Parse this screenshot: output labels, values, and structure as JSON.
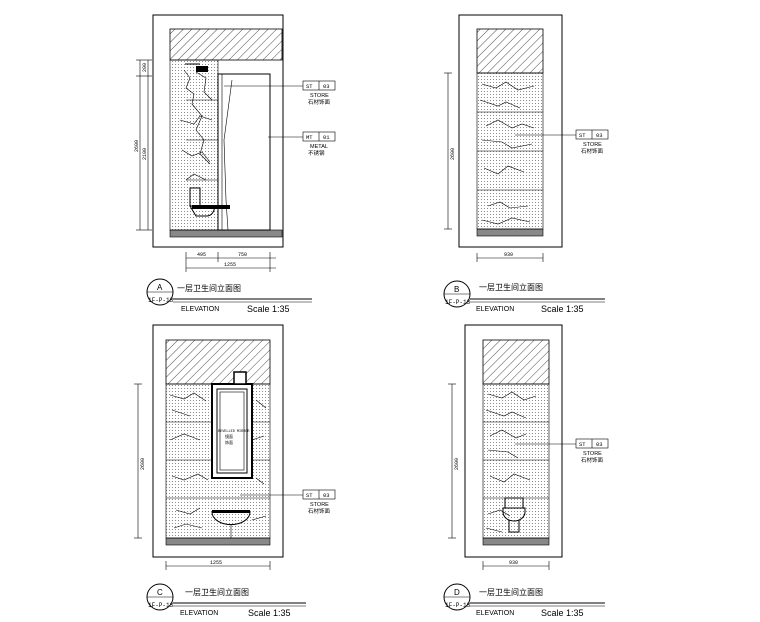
{
  "drawings": [
    {
      "id": "A",
      "letter": "A",
      "ref": "1F-P-13",
      "title_cn": "一层卫生间立面图",
      "title_en": "ELEVATION",
      "scale": "Scale 1:35",
      "dims_vertical": [
        "200",
        "2100",
        "2600"
      ],
      "dims_horizontal": [
        "495",
        "750",
        "1255"
      ],
      "tags": [
        {
          "code": "ST",
          "num": "03",
          "en": "STORE",
          "cn": "石材饰面"
        },
        {
          "code": "MT",
          "num": "01",
          "en": "METAL",
          "cn": "不锈钢"
        }
      ]
    },
    {
      "id": "B",
      "letter": "B",
      "ref": "1F-P-13",
      "title_cn": "一层卫生间立面图",
      "title_en": "ELEVATION",
      "scale": "Scale 1:35",
      "dims_vertical": [
        "2600"
      ],
      "dims_horizontal": [
        "930"
      ],
      "tags": [
        {
          "code": "ST",
          "num": "03",
          "en": "STORE",
          "cn": "石材饰面"
        }
      ]
    },
    {
      "id": "C",
      "letter": "C",
      "ref": "1F-P-13",
      "title_cn": "一层卫生间立面图",
      "title_en": "ELEVATION",
      "scale": "Scale 1:35",
      "dims_vertical": [
        "2600"
      ],
      "dims_horizontal": [
        "1255"
      ],
      "tags": [
        {
          "code": "ST",
          "num": "03",
          "en": "STORE",
          "cn": "石材饰面"
        }
      ],
      "mirror_text": [
        "BEVELLED MIRROR",
        "镜面",
        "饰面"
      ]
    },
    {
      "id": "D",
      "letter": "D",
      "ref": "1F-P-13",
      "title_cn": "一层卫生间立面图",
      "title_en": "ELEVATION",
      "scale": "Scale 1:35",
      "dims_vertical": [
        "2600"
      ],
      "dims_horizontal": [
        "930"
      ],
      "tags": [
        {
          "code": "ST",
          "num": "03",
          "en": "STORE",
          "cn": "石材饰面"
        }
      ]
    }
  ]
}
